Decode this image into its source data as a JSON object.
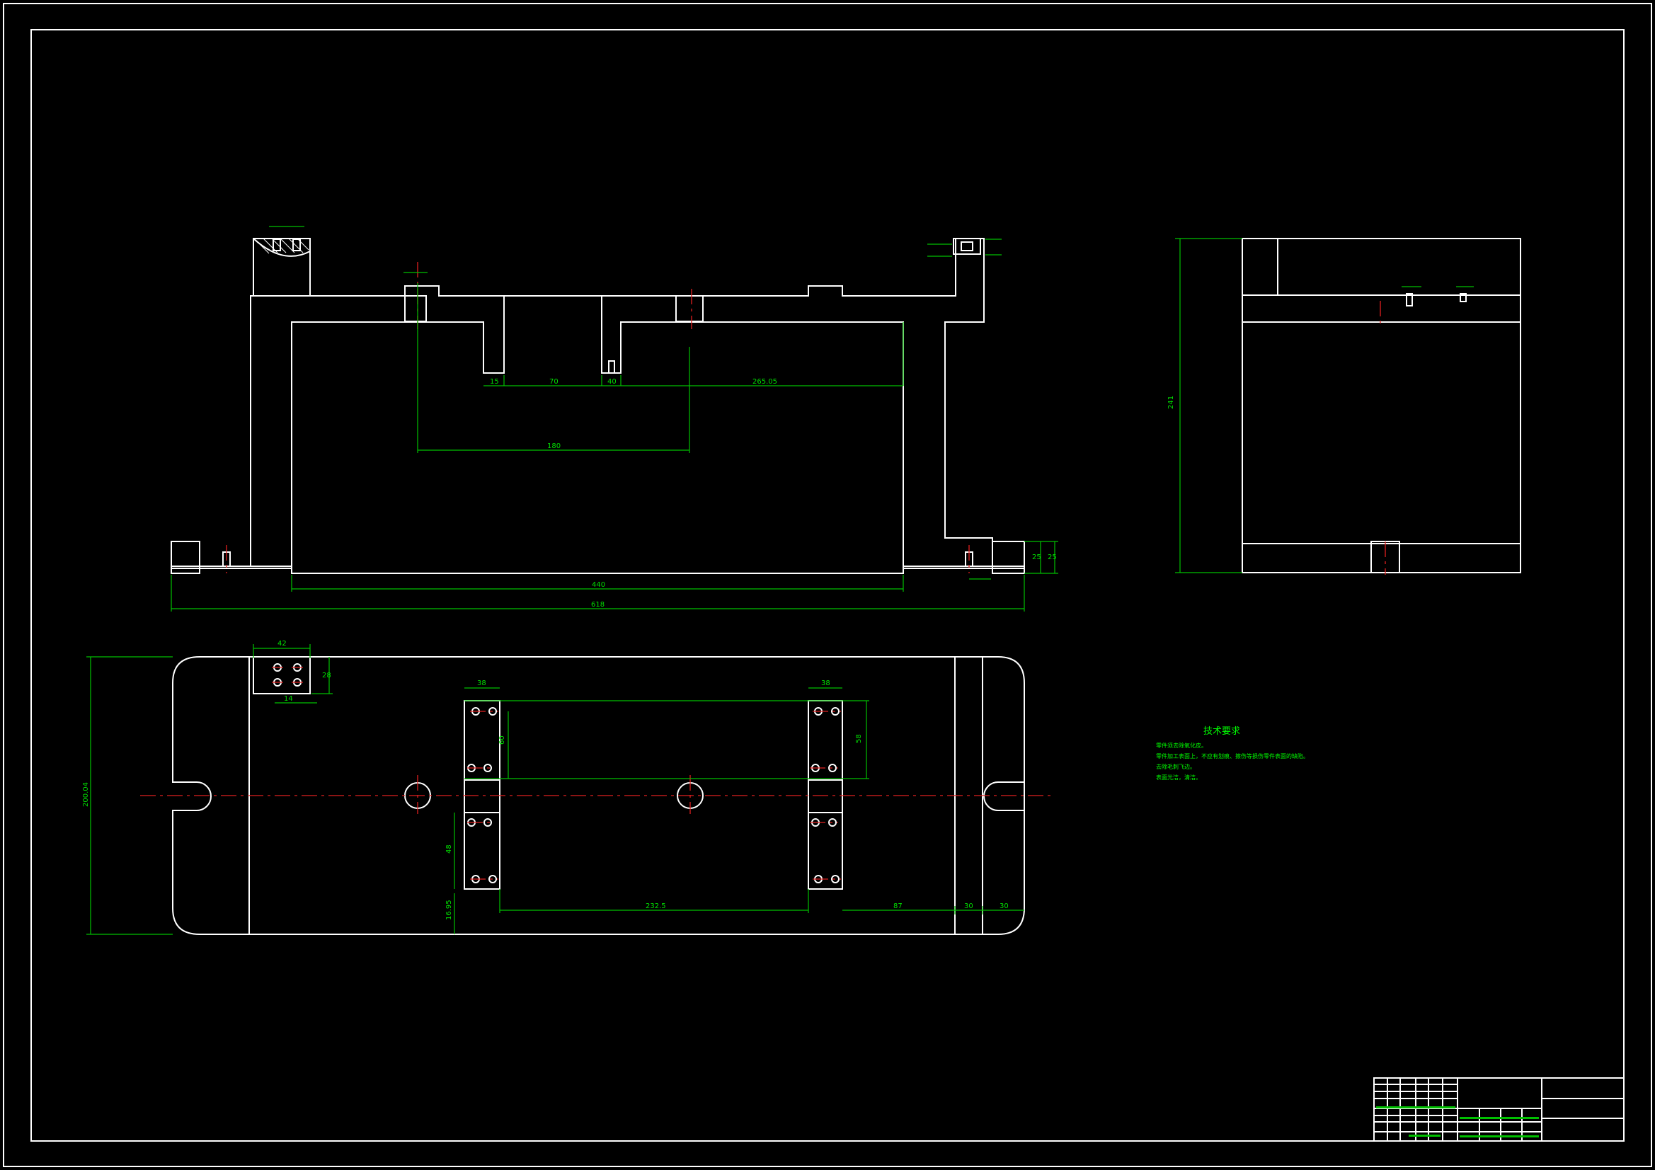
{
  "dimensions": {
    "top_view": {
      "d_15": "15",
      "d_70": "70",
      "d_40": "40",
      "d_265": "265.05",
      "d_180": "180",
      "d_440": "440",
      "d_618": "618",
      "d_25a": "25",
      "d_25b": "25"
    },
    "plan_view": {
      "d_42": "42",
      "d_28": "28",
      "d_14": "14",
      "d_38a": "38",
      "d_38b": "38",
      "d_60": "60",
      "d_58": "58",
      "d_48": "48",
      "d_232": "232.5",
      "d_87": "87",
      "d_30a": "30",
      "d_30b": "30",
      "d_200": "200.04",
      "d_h1": "16.95"
    },
    "side_view": {
      "d_241": "241"
    }
  },
  "technical_notes": {
    "title": "技术要求",
    "lines": [
      "零件须去除氧化皮。",
      "零件加工表面上，不应有划痕、擦伤等损伤零件表面的缺陷。",
      "去除毛刺飞边。",
      "表面光洁，清洁。"
    ]
  },
  "colors": {
    "background": "#000000",
    "geometry": "#ffffff",
    "dimension": "#00c000",
    "centerline": "#e02020"
  }
}
